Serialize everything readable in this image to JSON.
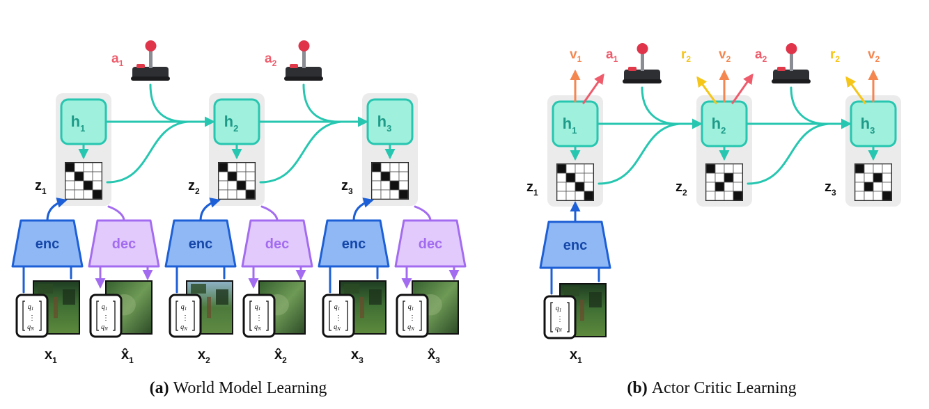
{
  "left": {
    "caption_bold": "(a)",
    "caption_text": "World Model Learning",
    "h": [
      "h",
      "h",
      "h"
    ],
    "h_sub": [
      "1",
      "2",
      "3"
    ],
    "z": [
      "z",
      "z",
      "z"
    ],
    "z_sub": [
      "1",
      "2",
      "3"
    ],
    "a": [
      "a",
      "a"
    ],
    "a_sub": [
      "1",
      "2"
    ],
    "enc": "enc",
    "dec": "dec",
    "x": [
      "x",
      "x",
      "x"
    ],
    "x_sub": [
      "1",
      "2",
      "3"
    ],
    "xhat": [
      "x̂",
      "x̂",
      "x̂"
    ],
    "xhat_sub": [
      "1",
      "2",
      "3"
    ]
  },
  "right": {
    "caption_bold": "(b)",
    "caption_text": "Actor Critic Learning",
    "h": [
      "h",
      "h",
      "h"
    ],
    "h_sub": [
      "1",
      "2",
      "3"
    ],
    "z": [
      "z",
      "z",
      "z"
    ],
    "z_sub": [
      "1",
      "2",
      "3"
    ],
    "v": [
      "v",
      "v",
      "v"
    ],
    "v_sub": [
      "1",
      "2",
      "2"
    ],
    "a": [
      "a",
      "a"
    ],
    "a_sub": [
      "1",
      "2"
    ],
    "r": [
      "r",
      "r"
    ],
    "r_sub": [
      "2",
      "2"
    ],
    "enc": "enc",
    "x": "x",
    "x_sub": "1"
  },
  "vector": {
    "top": "q",
    "top_sub": "1",
    "dots": "⋮",
    "bot": "q",
    "bot_sub": "N"
  },
  "colors": {
    "teal": "#26c6b0",
    "teal_fill": "#9ff0dc",
    "teal_text": "#1d9a88",
    "enc_fill": "#8fb8f5",
    "enc_stroke": "#1d5fd6",
    "enc_text": "#1546a8",
    "dec_fill": "#e2cafc",
    "dec_stroke": "#a36cf0",
    "dec_text": "#a36cf0",
    "action": "#ee5c6c",
    "value": "#f48650",
    "reward": "#f5c518",
    "panel": "#ebebeb"
  }
}
